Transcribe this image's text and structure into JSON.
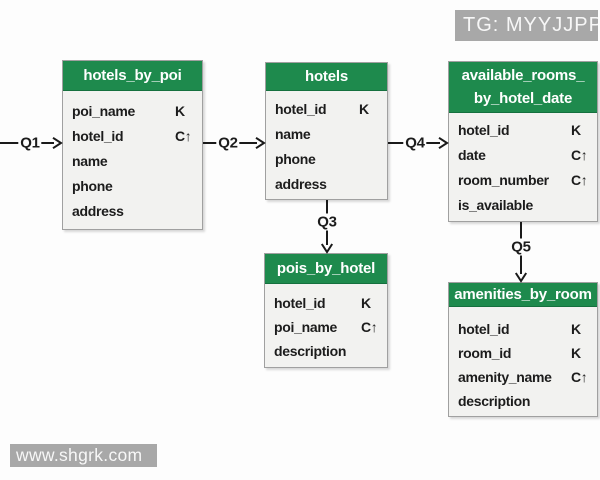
{
  "colors": {
    "header_green": "#1e8a4d",
    "table_body": "#f2f2f0",
    "table_border": "#a0a0a0",
    "overlay_gray": "#a8a8a8",
    "line_black": "#1a1a1a"
  },
  "overlays": {
    "tg_label": "TG: MYYJJPP",
    "watermark": "www.shgrk.com"
  },
  "diagram": {
    "tables": [
      {
        "title": "hotels_by_poi",
        "fields": [
          {
            "name": "poi_name",
            "key": "K"
          },
          {
            "name": "hotel_id",
            "key": "C↑"
          },
          {
            "name": "name",
            "key": ""
          },
          {
            "name": "phone",
            "key": ""
          },
          {
            "name": "address",
            "key": ""
          }
        ]
      },
      {
        "title": "hotels",
        "fields": [
          {
            "name": "hotel_id",
            "key": "K"
          },
          {
            "name": "name",
            "key": ""
          },
          {
            "name": "phone",
            "key": ""
          },
          {
            "name": "address",
            "key": ""
          }
        ]
      },
      {
        "title_line1": "available_rooms_",
        "title_line2": "by_hotel_date",
        "fields": [
          {
            "name": "hotel_id",
            "key": "K"
          },
          {
            "name": "date",
            "key": "C↑"
          },
          {
            "name": "room_number",
            "key": "C↑"
          },
          {
            "name": "is_available",
            "key": ""
          }
        ]
      },
      {
        "title": "pois_by_hotel",
        "fields": [
          {
            "name": "hotel_id",
            "key": "K"
          },
          {
            "name": "poi_name",
            "key": "C↑"
          },
          {
            "name": "description",
            "key": ""
          }
        ]
      },
      {
        "title": "amenities_by_room",
        "fields": [
          {
            "name": "hotel_id",
            "key": "K"
          },
          {
            "name": "room_id",
            "key": "K"
          },
          {
            "name": "amenity_name",
            "key": "C↑"
          },
          {
            "name": "description",
            "key": ""
          }
        ]
      }
    ],
    "queries": [
      {
        "label": "Q1"
      },
      {
        "label": "Q2"
      },
      {
        "label": "Q3"
      },
      {
        "label": "Q4"
      },
      {
        "label": "Q5"
      }
    ]
  }
}
